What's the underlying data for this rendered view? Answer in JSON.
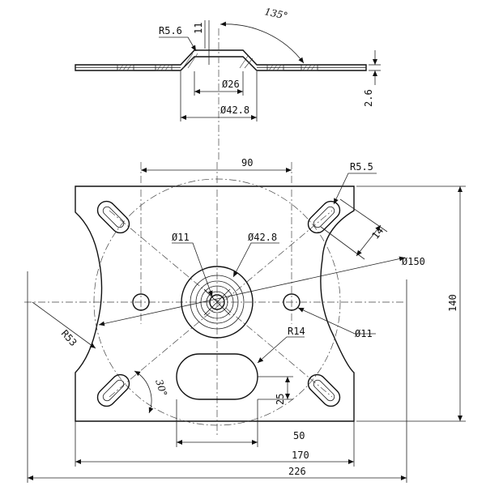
{
  "dimensions": {
    "top_fillet": "R5.6",
    "top_height": "11",
    "top_angle": "135°",
    "top_inner_dia": "Ø26",
    "top_outer_dia": "Ø42.8",
    "thickness": "2.6",
    "slot_spacing": "90",
    "corner_slot_radius": "R5.5",
    "slot_length": "14",
    "hub_hole": "Ø11",
    "hub_dia": "Ø42.8",
    "bolt_circle": "Ø150",
    "plate_height": "140",
    "side_radius": "R53",
    "slot_radius": "R14",
    "side_hole": "Ø11",
    "slot_angle": "30°",
    "slot_height": "25",
    "slot_width": "50",
    "inner_width": "170",
    "overall_width": "226"
  }
}
